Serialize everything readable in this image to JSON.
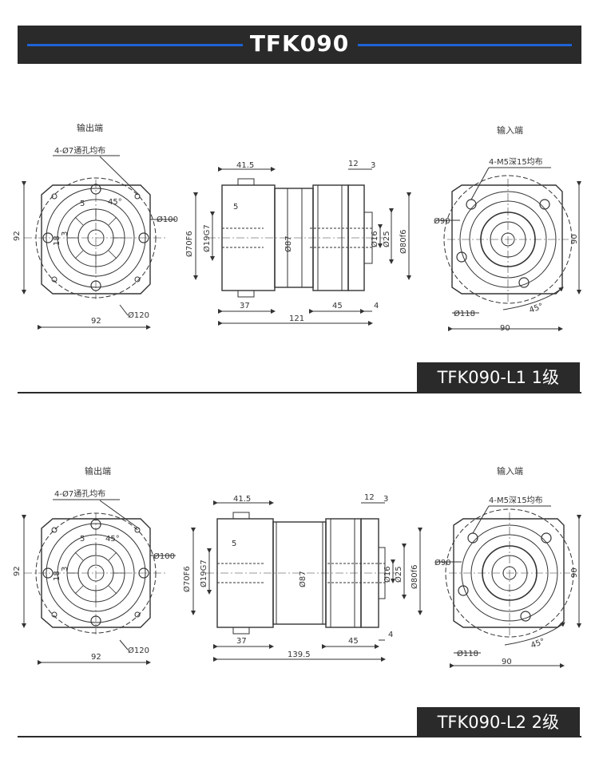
{
  "header": {
    "title": "TFK090"
  },
  "sections": [
    {
      "output_label": "输出端",
      "input_label": "输入端",
      "holes_label": "4-Ø7通孔均布",
      "tapped_label": "4-M5深15均布",
      "model": "TFK090-L1  1级",
      "dims": {
        "left_width": "92",
        "left_height": "92",
        "d100": "Ø100",
        "d120": "Ø120",
        "angle": "45°",
        "small5": "5",
        "small18": "18",
        "small3": "3",
        "top41": "41.5",
        "top12": "12",
        "top3": "3",
        "key5": "5",
        "d70": "Ø70F6",
        "d19": "Ø19G7",
        "d87": "Ø87",
        "d16": "Ø16",
        "d25": "Ø25",
        "d80": "Ø80f6",
        "b37": "37",
        "b45": "45",
        "b4": "4",
        "total": "121",
        "r_d90": "Ø90",
        "r_d118": "Ø118",
        "r_w90": "90",
        "r_h90": "90",
        "r_angle": "45°"
      }
    },
    {
      "output_label": "输出端",
      "input_label": "输入端",
      "holes_label": "4-Ø7通孔均布",
      "tapped_label": "4-M5深15均布",
      "model": "TFK090-L2  2级",
      "dims": {
        "left_width": "92",
        "left_height": "92",
        "d100": "Ø100",
        "d120": "Ø120",
        "angle": "45°",
        "small5": "5",
        "small18": "18",
        "small3": "3",
        "top41": "41.5",
        "top12": "12",
        "top3": "3",
        "key5": "5",
        "d70": "Ø70F6",
        "d19": "Ø19G7",
        "d87": "Ø87",
        "d16": "Ø16",
        "d25": "Ø25",
        "d80": "Ø80f6",
        "b37": "37",
        "b45": "45",
        "b4": "4",
        "total": "139.5",
        "r_d90": "Ø90",
        "r_d118": "Ø118",
        "r_w90": "90",
        "r_h90": "90",
        "r_angle": "45°"
      }
    }
  ]
}
